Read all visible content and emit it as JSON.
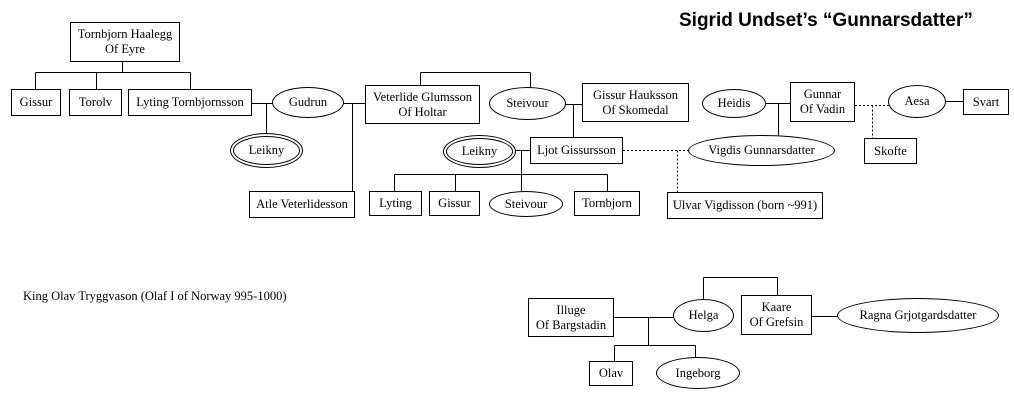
{
  "title": "Sigrid Undset’s “Gunnarsdatter”",
  "footnote": "King Olav Tryggvason (Olaf I of Norway 995-1000)",
  "colors": {
    "line": "#000000",
    "background": "#ffffff",
    "text": "#000000"
  },
  "nodes": {
    "tornbjorn_haalegg": {
      "label": "Tornbjorn Haalegg\nOf Eyre",
      "shape": "box"
    },
    "gissur_1": {
      "label": "Gissur",
      "shape": "box"
    },
    "torolv": {
      "label": "Torolv",
      "shape": "box"
    },
    "lyting_tornbjornsson": {
      "label": "Lyting Tornbjornsson",
      "shape": "box"
    },
    "gudrun": {
      "label": "Gudrun",
      "shape": "oval"
    },
    "leikny_1": {
      "label": "Leikny",
      "shape": "double-oval"
    },
    "atle_veterlidesson": {
      "label": "Atle Veterlidesson",
      "shape": "box"
    },
    "veterlide_glumsson": {
      "label": "Veterlide Glumsson\nOf Holtar",
      "shape": "box"
    },
    "steivour_1": {
      "label": "Steivour",
      "shape": "oval"
    },
    "gissur_hauksson": {
      "label": "Gissur Hauksson\nOf Skomedal",
      "shape": "box"
    },
    "heidis": {
      "label": "Heidis",
      "shape": "oval"
    },
    "gunnar_of_vadin": {
      "label": "Gunnar\nOf Vadin",
      "shape": "box"
    },
    "aesa": {
      "label": "Aesa",
      "shape": "oval"
    },
    "svart": {
      "label": "Svart",
      "shape": "box"
    },
    "skofte": {
      "label": "Skofte",
      "shape": "box"
    },
    "leikny_2": {
      "label": "Leikny",
      "shape": "double-oval"
    },
    "ljot_gissursson": {
      "label": "Ljot Gissursson",
      "shape": "box"
    },
    "vigdis_gunnarsdatter": {
      "label": "Vigdis Gunnarsdatter",
      "shape": "oval"
    },
    "lyting_2": {
      "label": "Lyting",
      "shape": "box"
    },
    "gissur_2": {
      "label": "Gissur",
      "shape": "box"
    },
    "steivour_2": {
      "label": "Steivour",
      "shape": "oval"
    },
    "tornbjorn_2": {
      "label": "Tornbjorn",
      "shape": "box"
    },
    "ulvar_vigdisson": {
      "label": "Ulvar Vigdisson (born ~991)",
      "shape": "box"
    },
    "illuge": {
      "label": "Illuge\nOf Bargstadin",
      "shape": "box"
    },
    "helga": {
      "label": "Helga",
      "shape": "oval"
    },
    "kaare": {
      "label": "Kaare\nOf Grefsin",
      "shape": "box"
    },
    "ragna_grjotgardsdatter": {
      "label": "Ragna Grjotgardsdatter",
      "shape": "oval"
    },
    "olav": {
      "label": "Olav",
      "shape": "box"
    },
    "ingeborg": {
      "label": "Ingeborg",
      "shape": "oval"
    }
  }
}
